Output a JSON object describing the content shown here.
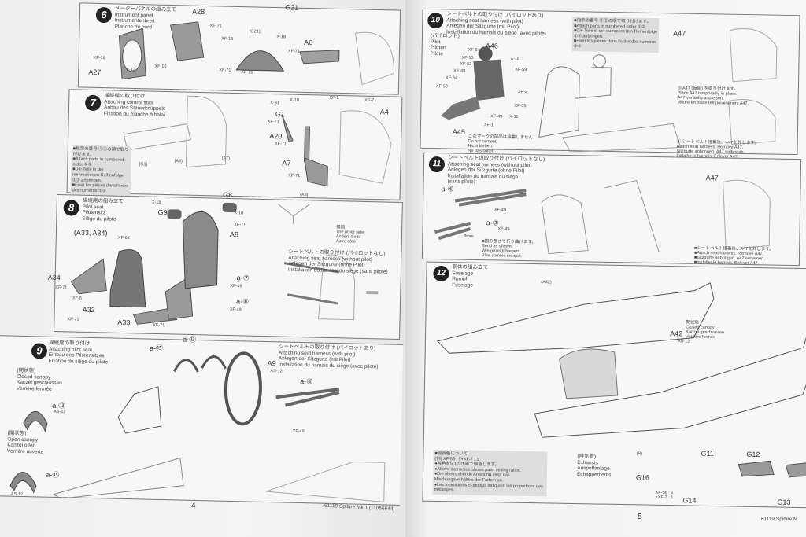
{
  "left_page": {
    "page_number": "4",
    "footer": "61119  Spitfire Mk.1 (11056644)",
    "step6": {
      "number": "6",
      "title": [
        "メーターパネルの組み立て",
        "Instrument panel",
        "Instrumentenbrett",
        "Planche de bord"
      ],
      "labels": [
        "A28",
        "A27",
        "G21",
        "(G21)",
        "A6",
        "XF-71",
        "XF-16",
        "X-12",
        "XF-16",
        "XF-71",
        "XF-16",
        "XF-71",
        "XF-16",
        "X-18"
      ]
    },
    "step7": {
      "number": "7",
      "title": [
        "操縦桿の取り付け",
        "Attaching control stick",
        "Anbau des Steuerknüppels",
        "Fixation du manche à balai"
      ],
      "labels": [
        "G1",
        "A20",
        "A7",
        "A4",
        "XF-1",
        "XF-71",
        "X-18",
        "X-31",
        "XF-71",
        "XF-71",
        "XF-71",
        "(G1)",
        "(A4)",
        "(A7)"
      ],
      "note": [
        "■指示の番号 ①②の順で取り付けます。",
        "■Attach parts in numbered order ①②",
        "■Die Teile in der nummerierten Reihenfolge ①② anbringen.",
        "■Fixer les pièces dans l'ordre des numéros ①②"
      ]
    },
    "step8": {
      "number": "8",
      "title": [
        "操縦席の組み立て",
        "Pilot seat",
        "Pilotensitz",
        "Siège du pilote"
      ],
      "labels": [
        "G8",
        "G9",
        "A8",
        "A34",
        "A32",
        "A33",
        "(A33, A34)",
        "(A8)",
        "X-18",
        "X-18",
        "XF-71",
        "XF-64",
        "XF-71",
        "XF-6",
        "XF-71",
        "XF-71",
        "a-⑦",
        "a-⑧",
        "XF-49",
        "XF-49"
      ],
      "other_side": [
        "裏面",
        "The other side",
        "Anders Seite",
        "Autre côté"
      ],
      "harness_title": [
        "シートベルトの取り付け (パイロットなし)",
        "Attaching seat harness (without pilot)",
        "Anlegen der Sitzgurte (ohne Pilot)",
        "Installation du harnais du siège (sans pilote)"
      ]
    },
    "step9": {
      "number": "9",
      "title": [
        "操縦席の取り付け",
        "Attaching pilot seat",
        "Einbau des Pilotensitzes",
        "Fixation du siège du pilote"
      ],
      "closed": [
        "(閉状態)",
        "Closed canopy",
        "Kanzel geschlossen",
        "Verrière fermée"
      ],
      "open": [
        "(開状態)",
        "Open canopy",
        "Kanzel offen",
        "Verrière ouverte"
      ],
      "labels": [
        "A9",
        "AS-12",
        "a-⑬",
        "a-⑮",
        "AS-12",
        "AS-12",
        "a-⑬",
        "a-⑮",
        "a-⑥",
        "XF-49"
      ],
      "harness_title": [
        "シートベルトの取り付け (パイロットあり)",
        "Attaching seat harness (with pilot)",
        "Anlegen der Sitzgurte (mit Pilot)",
        "Installation du harnais du siège (avec pilote)"
      ]
    }
  },
  "right_page": {
    "page_number": "5",
    "footer": "61119  Spitfire M",
    "step10": {
      "number": "10",
      "title": [
        "シートベルトの取り付け (パイロットあり)",
        "Attaching seat harness (with pilot)",
        "Anlegen der Sitzgurte (mit Pilot)",
        "Installation du harnais du siège (avec pilote)"
      ],
      "pilot": [
        "(パイロット)",
        "Pilot",
        "Piloten",
        "Pilote"
      ],
      "labels": [
        "A46",
        "A45",
        "A47",
        "XF-64",
        "XF-15",
        "XF-53",
        "XF-49",
        "XF-64",
        "XF-50",
        "X-18",
        "XF-59",
        "XF-2",
        "XF-55",
        "XF-49",
        "X-11",
        "XF-1"
      ],
      "note": [
        "■指示の番号 ①②の順で取り付けます。",
        "■Attach parts in numbered order ①②",
        "■Die Teile in der nummerierten Reihenfolge ①② anbringen.",
        "■Fixer les pièces dans l'ordre des numéros ①②"
      ],
      "no_cement": [
        "このマークの部品は接着しません。",
        "Do not cement.",
        "Nicht kleben.",
        "Ne pas coller."
      ],
      "sub3": [
        "③ A47 (仮組) を取り付けます。",
        "Place A47 temporarily in place.",
        "A47 vorläufig anpassen.",
        "Mettre en place temporairement A47."
      ],
      "sub4": [
        "④ シートベルト接着後、A47を外します。",
        "Attach seat harness. Remove A47.",
        "Sitzgurte anbringen. A47 entfernen.",
        "Installer le harnais. Enlever A47."
      ]
    },
    "step11": {
      "number": "11",
      "title": [
        "シートベルトの取り付け (パイロットなし)",
        "Attaching seat harness (without pilot)",
        "Anlegen der Sitzgurte (ohne Pilot)",
        "Installation du harnais du siège",
        "(sans pilote)"
      ],
      "labels": [
        "a-④",
        "a-③",
        "XF-49",
        "XF-49",
        "A47",
        "9mm"
      ],
      "bend": [
        "■図の長さで折り曲げます。",
        "Bend as shown.",
        "Wie gezeigt biegen.",
        "Plier comme indiqué."
      ],
      "note": [
        "■シートベルト接着後、A47を外します。",
        "■Attach seat harness. Remove A47.",
        "■Sitzgurte anbringen. A47 entfernen.",
        "■Installer le harnais. Enlever A47."
      ]
    },
    "step12": {
      "number": "12",
      "title": [
        "胴体の組み立て",
        "Fuselage",
        "Rumpf",
        "Fuselage"
      ],
      "labels": [
        "(A42)",
        "A42",
        "AS-12",
        "G11",
        "G12",
        "G16",
        "G14",
        "G13",
        "(R)"
      ],
      "closed": [
        "閉状態",
        "Closed canopy",
        "Kanzel geschlossen",
        "Verrière fermée"
      ],
      "exhausts": [
        "(排気管)",
        "Exhausts",
        "Auspuffanlage",
        "Échappements"
      ],
      "paint_mix": [
        "XF-56 : 5",
        "+XF-7 : 1"
      ],
      "mix_note": [
        "■混合色について",
        "(例) XF-56 : 5+XF-7 : 1",
        "●各色を5:1の比率で調色します。",
        "●Above instruction shows paint mixing ratios.",
        "●Die obenstehende Anleitung zeigt das Mischungsverhältnis der Farben an.",
        "●Les instructions ci-dessus indiquent les proportions des mélanges."
      ]
    }
  },
  "colors": {
    "paper": "#f4f4f4",
    "ink": "#333333",
    "part_fill": "#9a9a9a",
    "badge": "#222222"
  }
}
